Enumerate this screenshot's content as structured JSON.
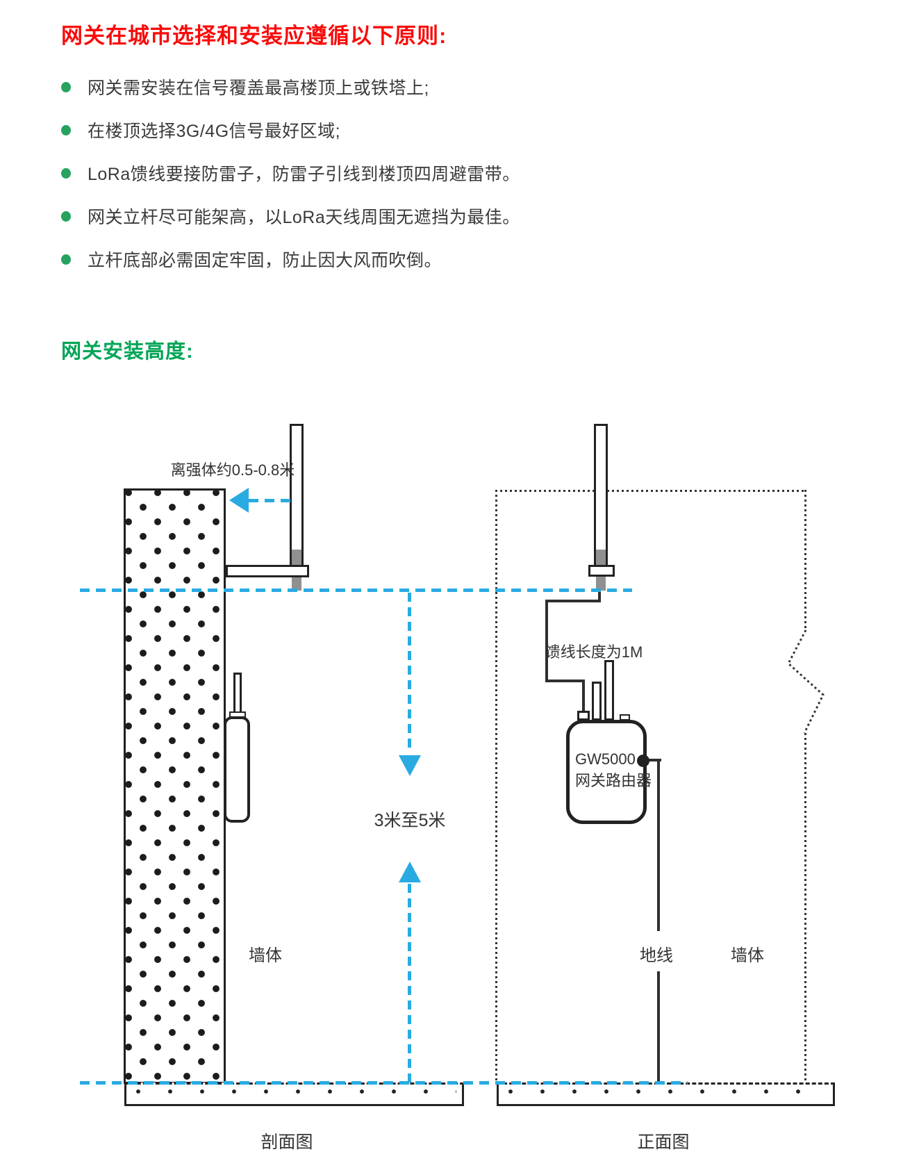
{
  "colors": {
    "title_red": "#fa0a0a",
    "heading_green": "#00a557",
    "bullet_green": "#27a35f",
    "accent_blue": "#29abe2",
    "line_dark": "#2b2b2b",
    "pole_gray": "#909090"
  },
  "header": {
    "title": "网关在城市选择和安装应遵循以下原则:"
  },
  "principles": [
    "网关需安装在信号覆盖最高楼顶上或铁塔上;",
    "在楼顶选择3G/4G信号最好区域;",
    "LoRa馈线要接防雷子，防雷子引线到楼顶四周避雷带。",
    "网关立杆尽可能架高，以LoRa天线周围无遮挡为最佳。",
    "立杆底部必需固定牢固，防止因大风而吹倒。"
  ],
  "section": {
    "heading": "网关安装高度:"
  },
  "diagram": {
    "cross_section": {
      "distance_label": "离强体约0.5-0.8米",
      "height_label": "3米至5米",
      "wall_label": "墙体",
      "caption": "剖面图"
    },
    "front_view": {
      "feeder_label": "馈线长度为1M",
      "device_name": "GW5000",
      "device_type": "网关路由器",
      "ground_label": "地线",
      "wall_label": "墙体",
      "caption": "正面图"
    }
  }
}
